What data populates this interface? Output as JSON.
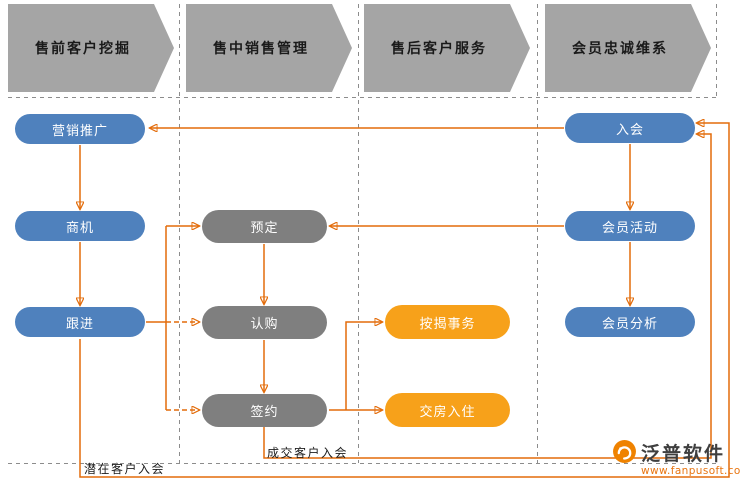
{
  "lanes": [
    {
      "label": "售前客户挖掘"
    },
    {
      "label": "售中销售管理"
    },
    {
      "label": "售后客户服务"
    },
    {
      "label": "会员忠诚维系"
    }
  ],
  "nodes": {
    "marketing": {
      "label": "营销推广",
      "color": "blue"
    },
    "opportunity": {
      "label": "商机",
      "color": "blue"
    },
    "followup": {
      "label": "跟进",
      "color": "blue"
    },
    "reserve": {
      "label": "预定",
      "color": "gray"
    },
    "subscribe": {
      "label": "认购",
      "color": "gray"
    },
    "sign": {
      "label": "签约",
      "color": "gray"
    },
    "mortgage": {
      "label": "按揭事务",
      "color": "orange"
    },
    "movein": {
      "label": "交房入住",
      "color": "orange"
    },
    "join": {
      "label": "入会",
      "color": "blue"
    },
    "member_activity": {
      "label": "会员活动",
      "color": "blue"
    },
    "member_analysis": {
      "label": "会员分析",
      "color": "blue"
    }
  },
  "edges": [
    {
      "from": "marketing",
      "to": "opportunity",
      "style": "solid"
    },
    {
      "from": "opportunity",
      "to": "followup",
      "style": "solid"
    },
    {
      "from": "followup",
      "to": "reserve",
      "style": "solid"
    },
    {
      "from": "followup",
      "to": "subscribe",
      "style": "dashed"
    },
    {
      "from": "followup",
      "to": "sign",
      "style": "dashed"
    },
    {
      "from": "reserve",
      "to": "subscribe",
      "style": "solid"
    },
    {
      "from": "subscribe",
      "to": "sign",
      "style": "solid"
    },
    {
      "from": "sign",
      "to": "mortgage",
      "style": "solid"
    },
    {
      "from": "sign",
      "to": "movein",
      "style": "solid"
    },
    {
      "from": "join",
      "to": "member_activity",
      "style": "solid"
    },
    {
      "from": "member_activity",
      "to": "member_analysis",
      "style": "solid"
    },
    {
      "from": "member_activity",
      "to": "reserve",
      "style": "solid"
    },
    {
      "from": "join",
      "to": "marketing",
      "style": "solid"
    },
    {
      "from": "followup",
      "to": "join",
      "style": "solid",
      "label": "潜在客户入会"
    },
    {
      "from": "sign",
      "to": "join",
      "style": "solid",
      "label": "成交客户入会"
    }
  ],
  "annotations": {
    "potential_join": "潜在客户入会",
    "deal_join": "成交客户入会"
  },
  "branding": {
    "logo_text": "泛普软件",
    "website": "www.fanpusoft.com"
  },
  "colors": {
    "banner_gray": "#a5a5a5",
    "node_blue": "#4f81bd",
    "node_gray": "#7f7f7f",
    "node_orange": "#f7a11a",
    "arrow_orange": "#e36c0a",
    "divider_gray": "#8c8c8c"
  }
}
